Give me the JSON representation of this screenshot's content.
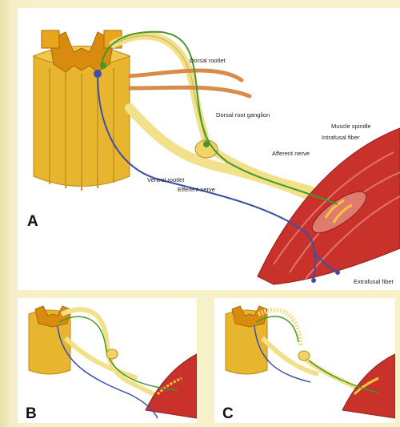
{
  "panels": [
    {
      "id": "A",
      "letter": "A"
    },
    {
      "id": "B",
      "letter": "B"
    },
    {
      "id": "C",
      "letter": "C"
    }
  ],
  "labels": {
    "dorsal_rootlet": "Dorsal rootlet",
    "dorsal_root_ganglion": "Dorsal root ganglion",
    "muscle_spindle": "Muscle spindle",
    "intrafusal_fiber": "Intrafusal fiber",
    "afferent_nerve": "Afferent nerve",
    "ventral_rootlet": "Ventral rootlet",
    "efferent_nerve": "Efferent nerve",
    "extrafusal_fiber": "Extrafusal fiber"
  },
  "colors": {
    "cord": "#e8b62e",
    "gray_matter": "#d98b10",
    "nerve": "#f2e08a",
    "afferent": "#3f9a2c",
    "efferent": "#3b4fa8",
    "muscle": "#c8322b",
    "background": "#f6f1c9"
  }
}
